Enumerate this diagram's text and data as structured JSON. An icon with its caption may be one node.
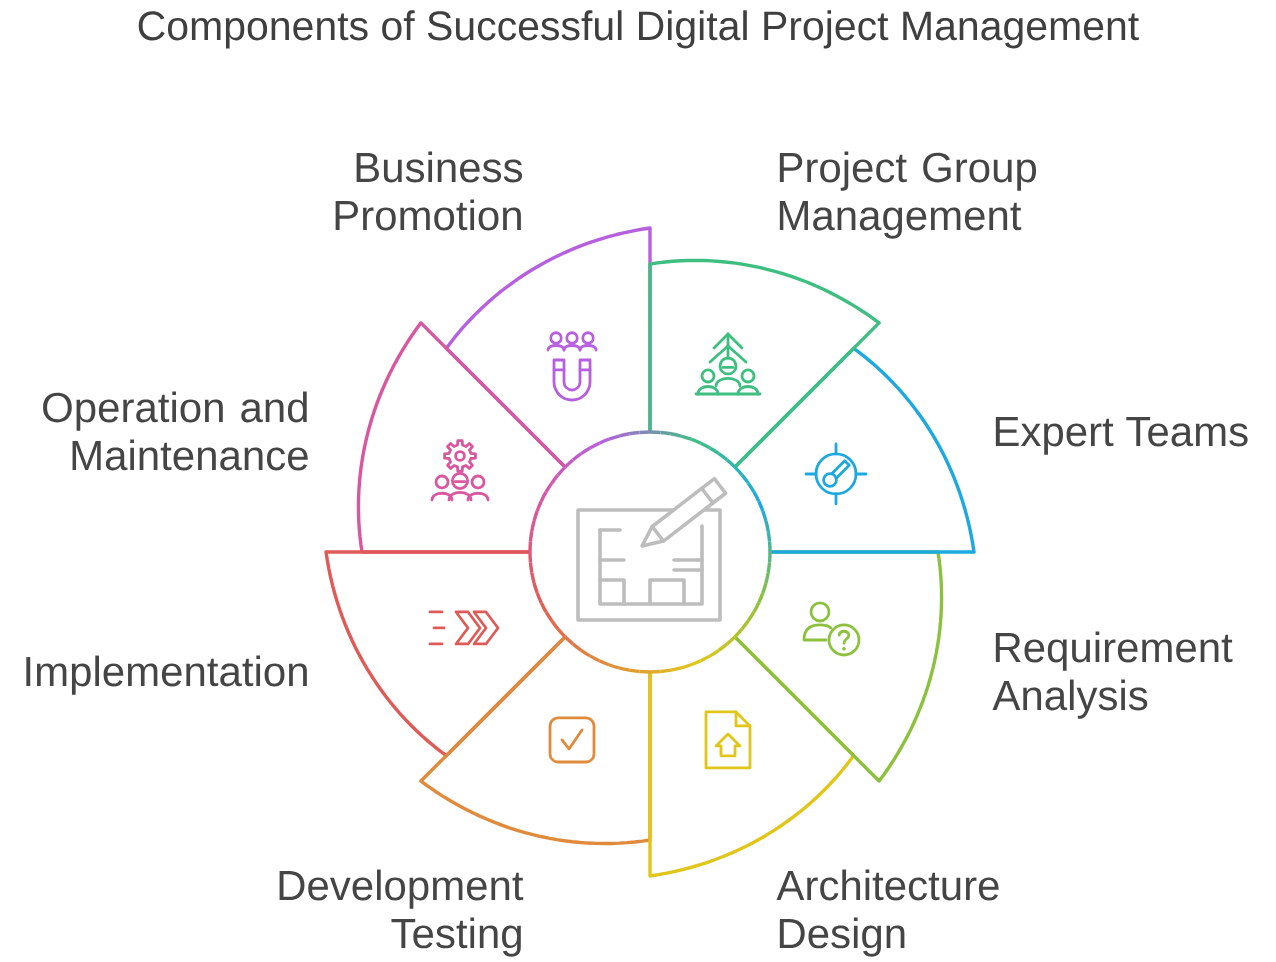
{
  "diagram": {
    "title": "Components of Successful Digital Project Management",
    "nodes": [
      {
        "text": [
          "Business Promotion"
        ]
      },
      {
        "text": [
          "Project Group Management"
        ]
      },
      {
        "text": [
          "Expert Teams"
        ]
      },
      {
        "text": [
          "Requirement Analysis"
        ]
      },
      {
        "text": [
          "Architecture Design"
        ]
      },
      {
        "text": [
          "Development Testing"
        ]
      },
      {
        "text": [
          "Implementation"
        ]
      },
      {
        "text": [
          "Operation and Maintenance"
        ]
      },
      {
        "text": [],
        "shape": "circle"
      }
    ]
  }
}
